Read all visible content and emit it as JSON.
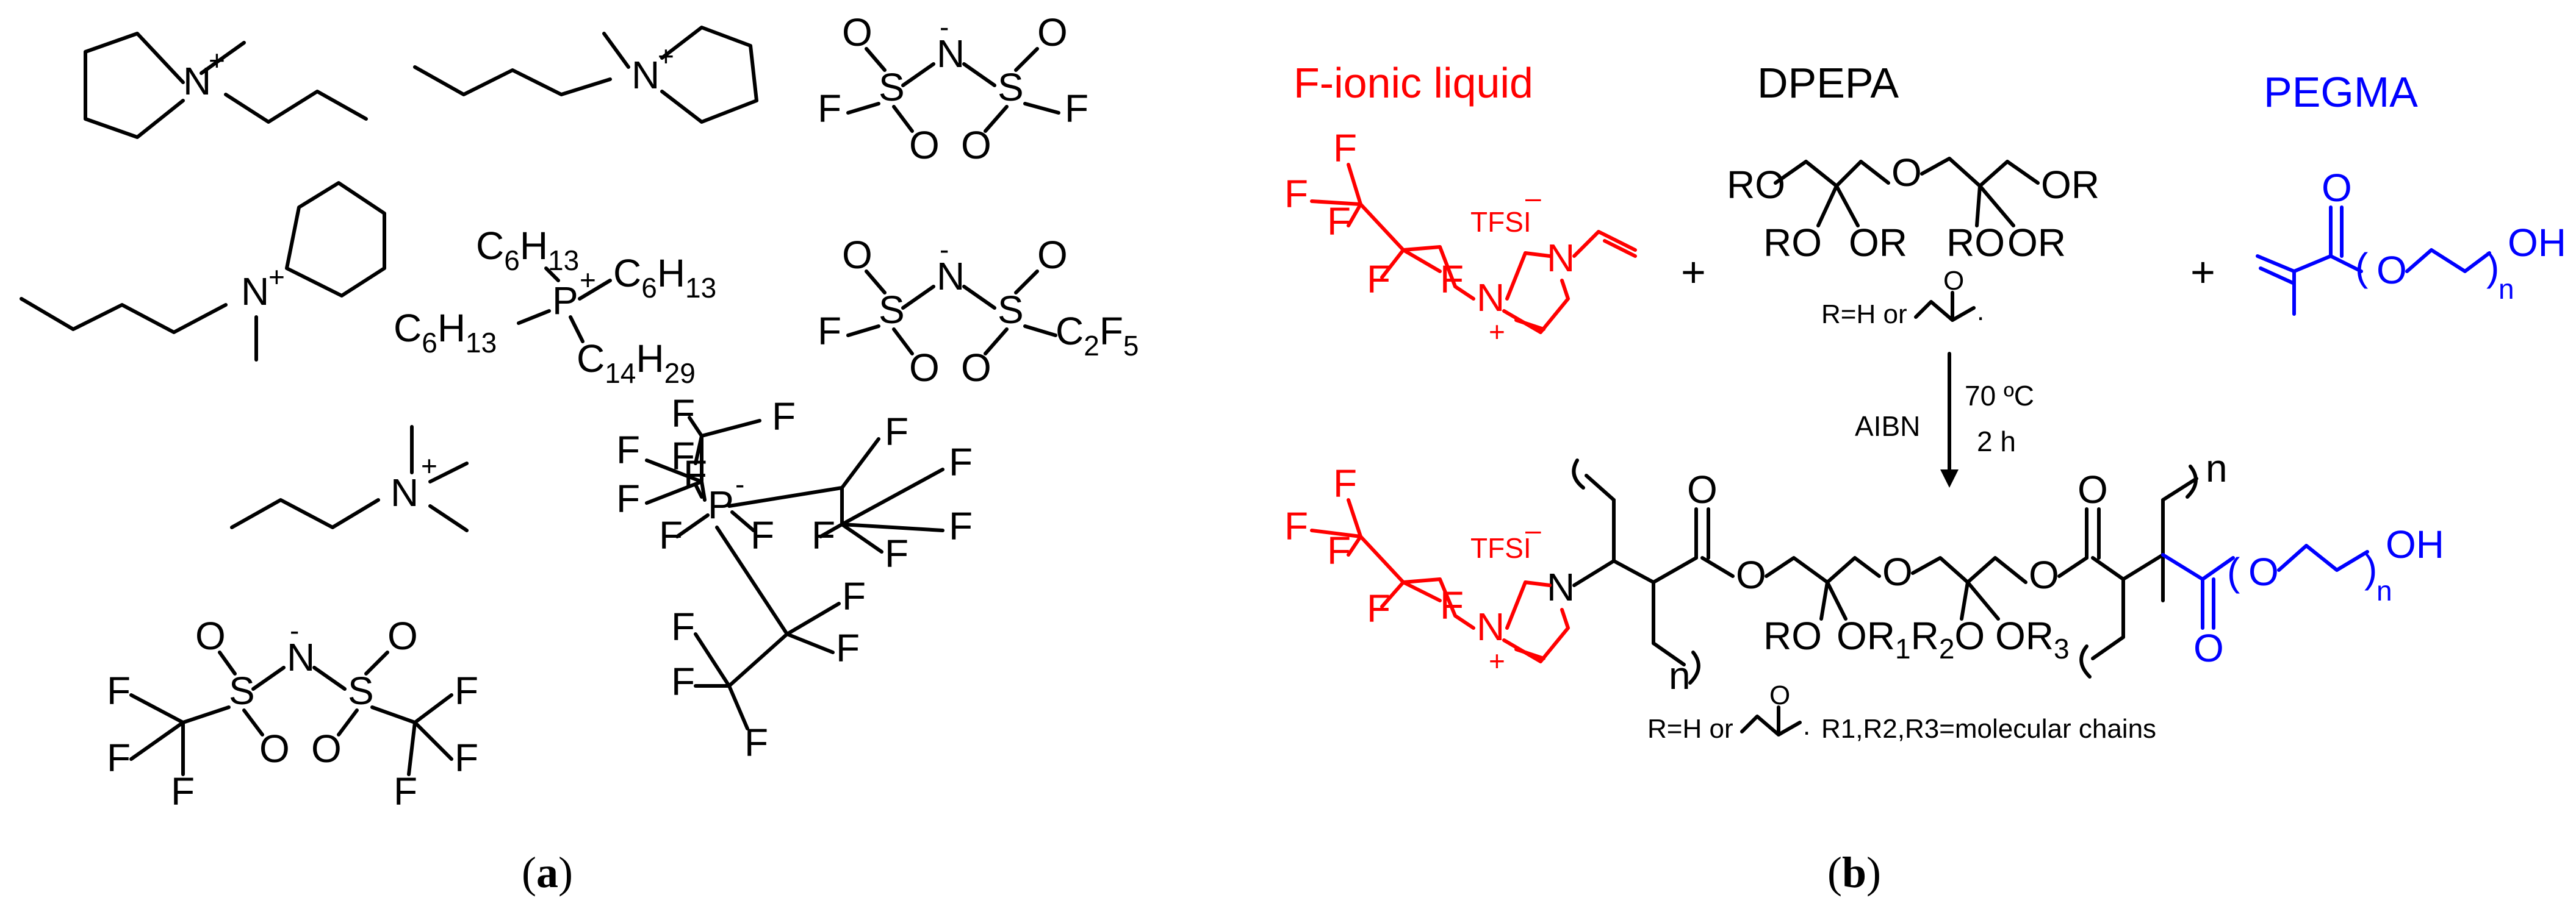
{
  "panel_a": {
    "caption_open": "(",
    "caption_letter": "a",
    "caption_close": ")"
  },
  "panel_b": {
    "caption_open": "(",
    "caption_letter": "b",
    "caption_close": ")",
    "reactant_ionic_liquid_label": "F-ionic liquid",
    "reactant_crosslinker_label": "DPEPA",
    "reactant_monomer_label": "PEGMA",
    "plus_sign": "+",
    "anion_label": "TFSI",
    "r_definition_reactant": "R=H or",
    "initiator": "AIBN",
    "temperature": "70 ºC",
    "time": "2 h",
    "r_definition_product": "R=H or",
    "r_chains_note": "R1,R2,R3=molecular chains",
    "repeat_index": "n"
  },
  "colors": {
    "ionic_liquid": "#ff0000",
    "pegma": "#0000ff",
    "structure": "#000000"
  }
}
